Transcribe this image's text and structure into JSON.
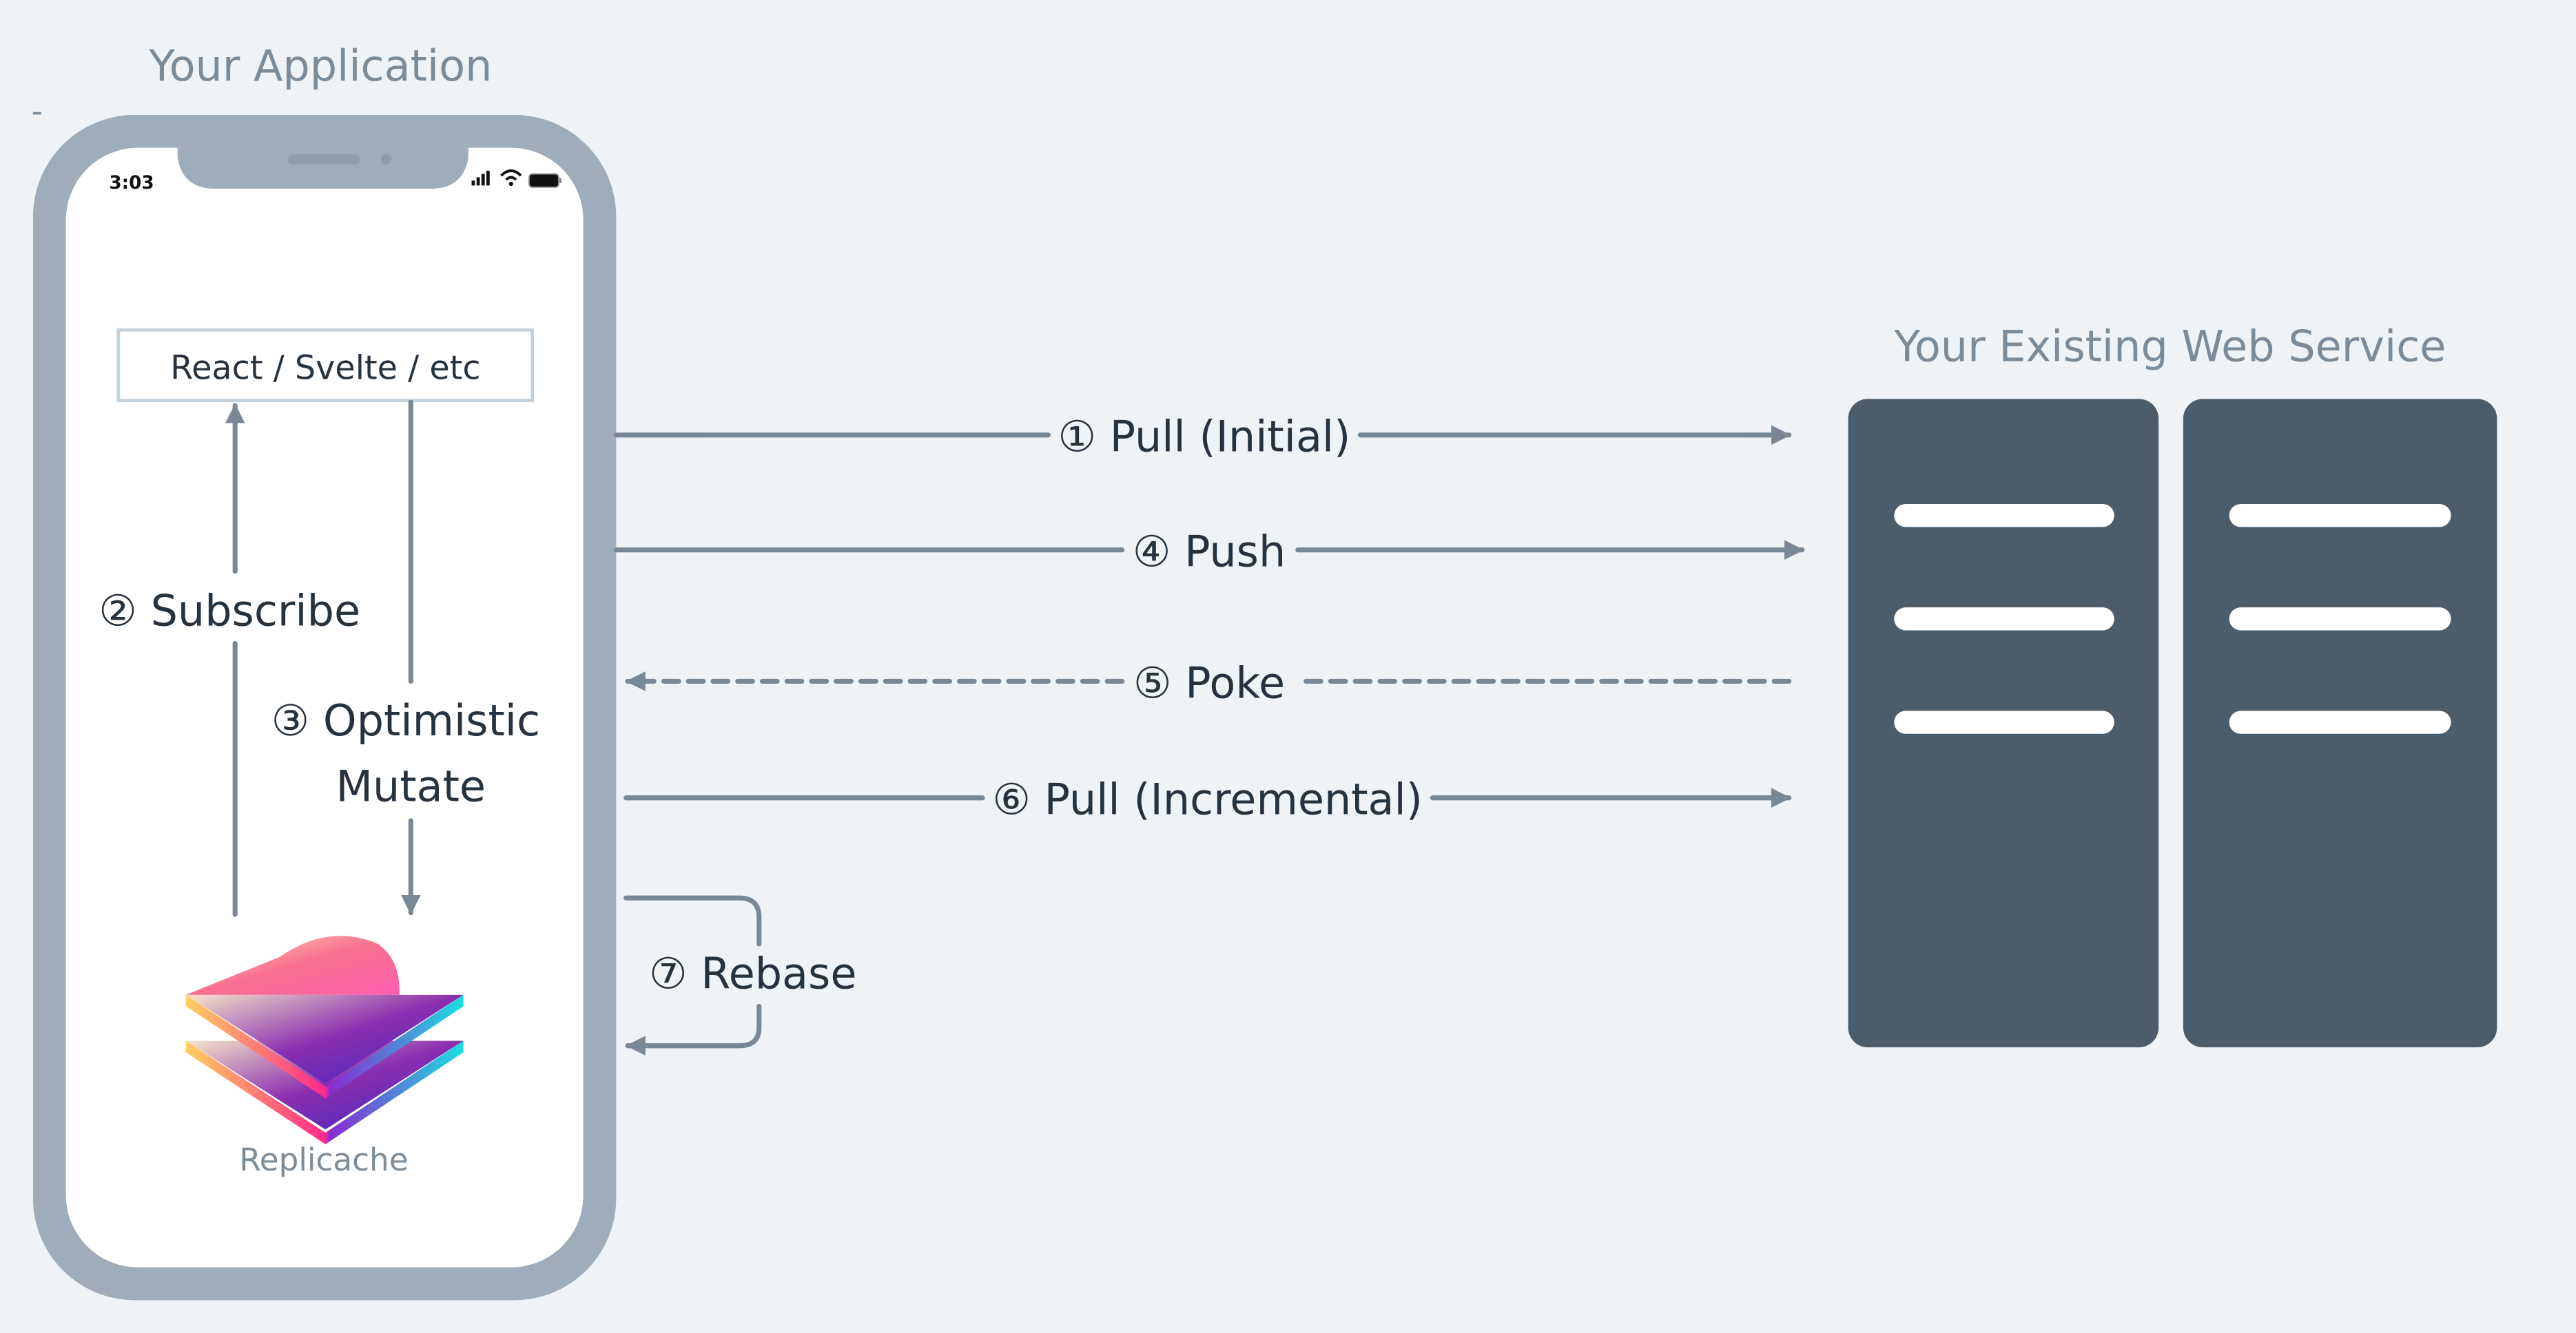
{
  "app_title": "Your Application",
  "service_title": "Your Existing Web Service",
  "phone": {
    "time": "3:03",
    "icons": [
      "signal-icon",
      "wifi-icon",
      "battery-icon"
    ]
  },
  "framework_box": "React / Svelte / etc",
  "logo_label": "Replicache",
  "steps": {
    "pull_initial": "① Pull (Initial)",
    "subscribe": "② Subscribe",
    "optimistic_line1": "③ Optimistic",
    "optimistic_line2": "Mutate",
    "push": "④ Push",
    "poke": "⑤ Poke",
    "pull_incremental": "⑥ Pull (Incremental)",
    "rebase": "⑦ Rebase"
  },
  "colors": {
    "background": "#eff3f6",
    "phone": "#9eadb9",
    "server": "#4b5c6b",
    "arrow": "#7a8895",
    "text": "#26333f"
  }
}
